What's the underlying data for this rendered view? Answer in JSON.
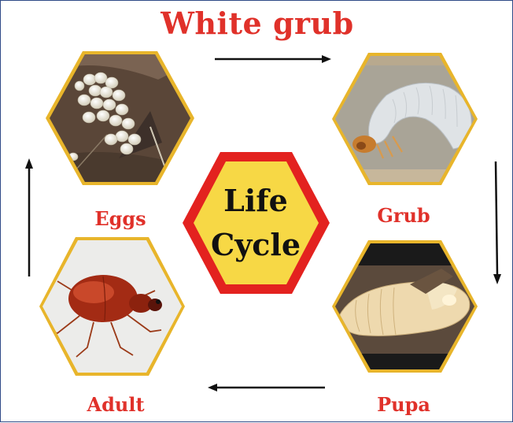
{
  "title": "White grub",
  "center": {
    "line1": "Life",
    "line2": "Cycle"
  },
  "stages": [
    {
      "label": "Eggs",
      "image": "eggs-photo"
    },
    {
      "label": "Grub",
      "image": "grub-photo"
    },
    {
      "label": "Pupa",
      "image": "pupa-photo"
    },
    {
      "label": "Adult",
      "image": "adult-beetle-photo"
    }
  ],
  "colors": {
    "title_red": "#e0312a",
    "hex_border_gold": "#e8b52b",
    "center_fill": "#f7d845",
    "center_border": "#e3221f",
    "arrow": "#111111"
  },
  "flow": [
    "Eggs",
    "Grub",
    "Pupa",
    "Adult",
    "Eggs"
  ]
}
